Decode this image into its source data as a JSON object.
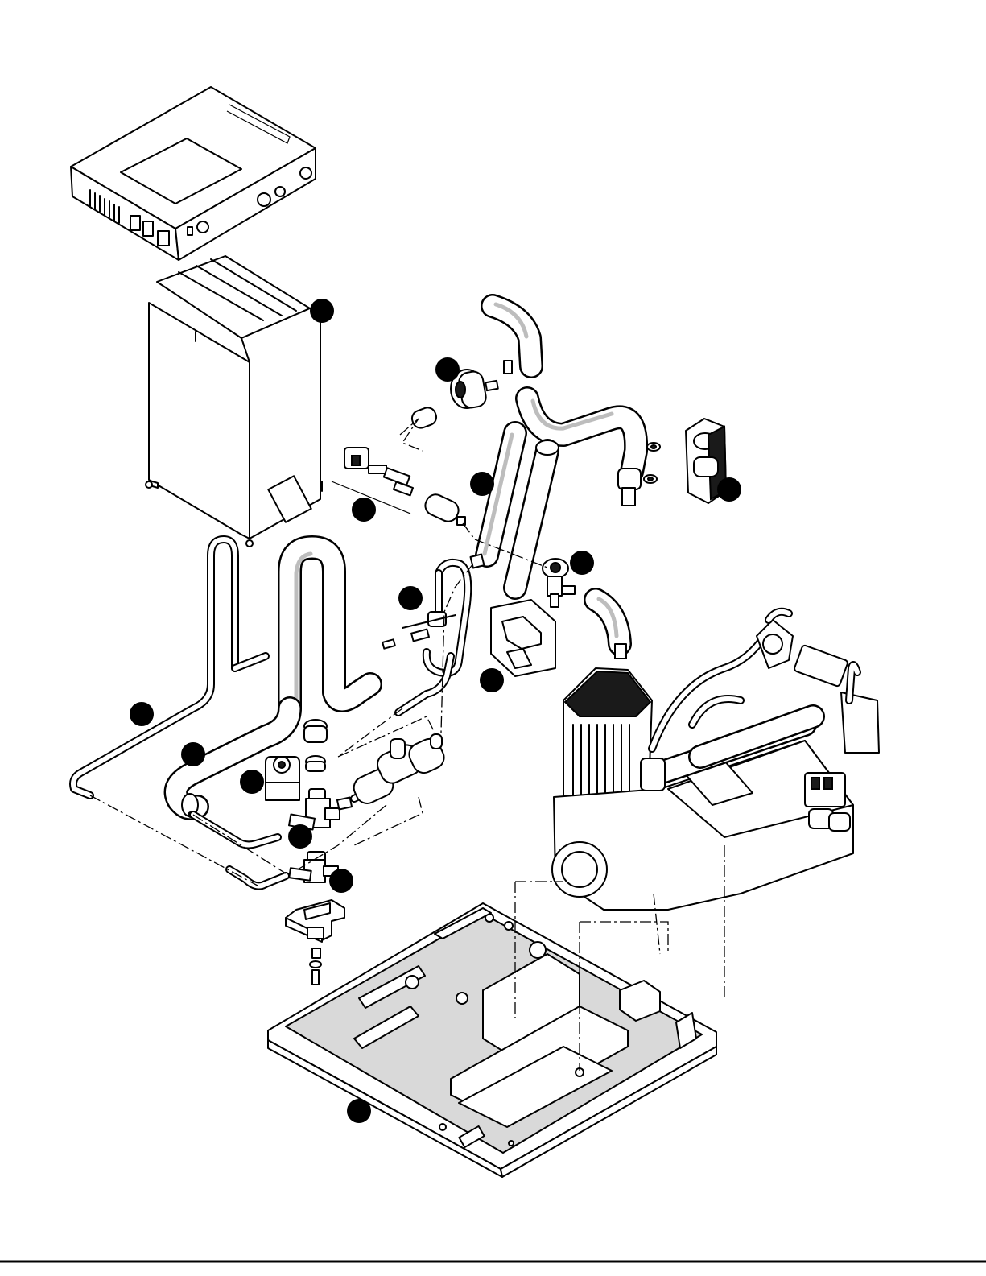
{
  "diagram": {
    "kind": "exploded-parts-assembly",
    "callout_count": 14,
    "colors": {
      "line": "#000000",
      "fill": "#ffffff",
      "shade": "#d9d9d9",
      "dark": "#1a1a1a"
    },
    "components": [
      "control-box",
      "mounting-bracket",
      "pressure-gauge",
      "upper-hose-elbow",
      "hose-tee-fitting",
      "vertical-hose",
      "hose-clamp-assembly",
      "solenoid-valve",
      "inline-filter",
      "check-valve",
      "valve-cover",
      "lower-hose-loop",
      "return-tube",
      "manifold-valve",
      "pump-motor-assembly",
      "base-pan",
      "standoff-bracket"
    ]
  }
}
